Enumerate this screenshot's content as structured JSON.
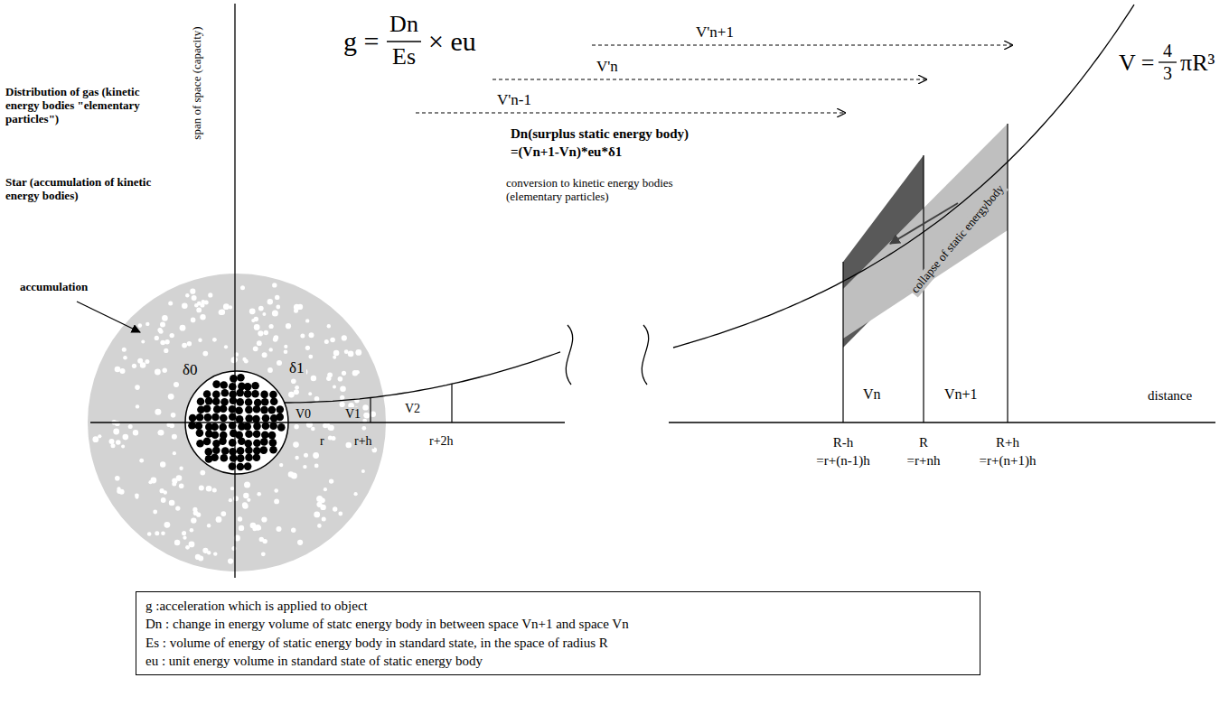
{
  "diagram": {
    "nodes": [
      {
        "text": [
          "g :acceleration which is applied to object",
          "Dn : change in energy volume of statc energy body in between space Vn+1 and space Vn",
          "Es : volume of energy of static energy body in standard state, in the space of radius R",
          "eu : unit energy volume in standard state of static energy body"
        ]
      }
    ],
    "labels": [
      "span of space (capacity)",
      "Distribution of gas (kinetic energy bodies \"elementary particles\")",
      "Star (accumulation of kinetic energy bodies)",
      "accumulation",
      "δ0",
      "δ1",
      "V0",
      "V1",
      "V2",
      "r",
      "r+h",
      "r+2h",
      "g =",
      "Dn",
      "Es",
      "× eu",
      "V'n+1",
      "V'n",
      "V'n-1",
      "V =",
      "4",
      "3",
      "πR³",
      "Dn(surplus static energy body)",
      "=(Vn+1-Vn)*eu*δ1",
      "conversion to kinetic energy bodies (elementary particles)",
      "collapse of static energybody",
      "Vn",
      "Vn+1",
      "distance",
      "R-h",
      "=r+(n-1)h",
      "R",
      "=r+nh",
      "R+h",
      "=r+(n+1)h"
    ]
  }
}
